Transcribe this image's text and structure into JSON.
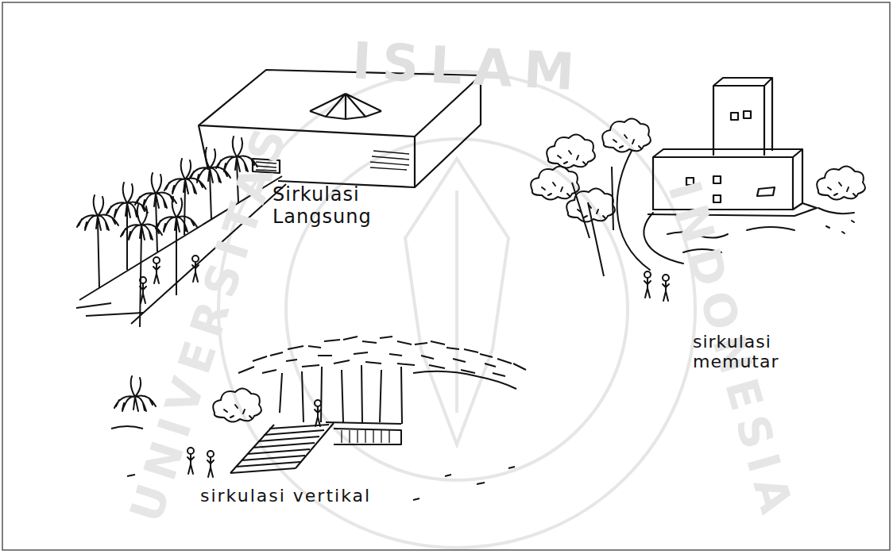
{
  "diagram": {
    "labels": [
      "ISLAM",
      "UNIVERSITAS",
      "Sirkulasi Langsung",
      "INDONESIA",
      "sirkulasi memutar",
      "sirkulasi vertikal"
    ]
  }
}
